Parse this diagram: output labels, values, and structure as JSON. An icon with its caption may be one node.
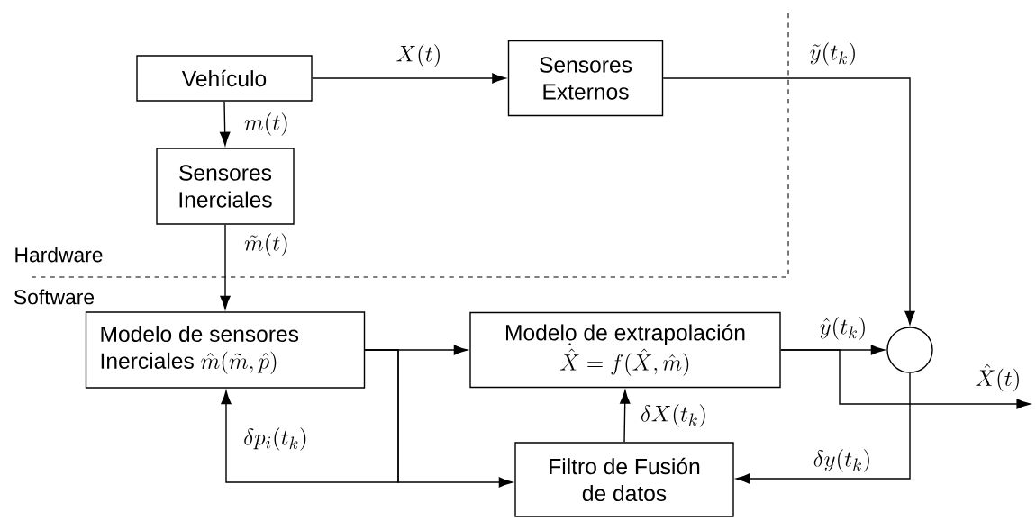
{
  "diagram": {
    "nodes": [
      {
        "text": [
          "Vehículo"
        ]
      },
      {
        "text": [
          "Sensores Externos"
        ]
      },
      {
        "text": [
          "Sensores Inerciales"
        ]
      },
      {
        "text": [
          "Modelo de sensores Inerciales",
          "\\hat{m}(\\tilde{m},\\hat{p})"
        ]
      },
      {
        "text": [
          "Modelo de extrapolación",
          "\\dot{\\hat{X}}=f(\\hat{X},\\hat{m})"
        ]
      },
      {
        "text": [],
        "shape": "circle"
      },
      {
        "text": [
          "Filtro de Fusión de datos"
        ]
      }
    ],
    "edges": [
      {
        "from": 0,
        "to": 1,
        "arrow": "to",
        "label": "X(t)"
      },
      {
        "from": 0,
        "to": 2,
        "arrow": "to",
        "label": "m(t)"
      },
      {
        "from": 2,
        "to": 3,
        "arrow": "to",
        "label": "\\tilde{m}(t)"
      },
      {
        "from": 1,
        "to": 5,
        "arrow": "to",
        "label": "\\tilde{y}(t_k)"
      },
      {
        "from": 4,
        "to": 5,
        "arrow": "to",
        "label": "\\hat{y}(t_k)"
      },
      {
        "from": 4,
        "to": null,
        "arrow": "to",
        "label": "\\hat{X}(t)"
      },
      {
        "from": 5,
        "to": 6,
        "arrow": "to",
        "label": "\\delta y(t_k)"
      },
      {
        "from": 6,
        "to": 4,
        "arrow": "to",
        "label": "\\delta X(t_k)"
      },
      {
        "from": 3,
        "to": 4,
        "arrow": "to"
      },
      {
        "from": 3,
        "to": 6,
        "arrow": "to"
      },
      {
        "from": 3,
        "to": 3,
        "arrow": "to",
        "label": "\\delta p_i(t_k)"
      }
    ],
    "labels": [
      "Hardware",
      "Software"
    ]
  }
}
